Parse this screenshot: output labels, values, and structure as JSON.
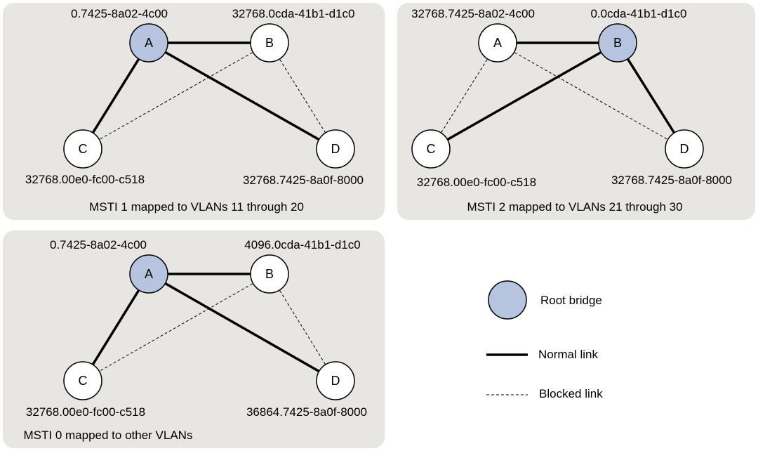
{
  "colors": {
    "panel": "#e8e6e3",
    "root": "#b7c4e0",
    "node": "#ffffff",
    "line": "#000000"
  },
  "panels": [
    {
      "caption": "MSTI 1 mapped to VLANs 11 through 20",
      "nodes": [
        {
          "letter": "A",
          "id": "0.7425-8a02-4c00",
          "root": true
        },
        {
          "letter": "B",
          "id": "32768.0cda-41b1-d1c0",
          "root": false
        },
        {
          "letter": "C",
          "id": "32768.00e0-fc00-c518",
          "root": false
        },
        {
          "letter": "D",
          "id": "32768.7425-8a0f-8000",
          "root": false
        }
      ],
      "links": [
        {
          "from": "A",
          "to": "B",
          "state": "normal"
        },
        {
          "from": "A",
          "to": "C",
          "state": "normal"
        },
        {
          "from": "A",
          "to": "D",
          "state": "normal"
        },
        {
          "from": "B",
          "to": "C",
          "state": "blocked"
        },
        {
          "from": "B",
          "to": "D",
          "state": "blocked"
        }
      ]
    },
    {
      "caption": "MSTI 2 mapped to VLANs 21 through 30",
      "nodes": [
        {
          "letter": "A",
          "id": "32768.7425-8a02-4c00",
          "root": false
        },
        {
          "letter": "B",
          "id": "0.0cda-41b1-d1c0",
          "root": true
        },
        {
          "letter": "C",
          "id": "32768.00e0-fc00-c518",
          "root": false
        },
        {
          "letter": "D",
          "id": "32768.7425-8a0f-8000",
          "root": false
        }
      ],
      "links": [
        {
          "from": "A",
          "to": "B",
          "state": "normal"
        },
        {
          "from": "B",
          "to": "C",
          "state": "normal"
        },
        {
          "from": "B",
          "to": "D",
          "state": "normal"
        },
        {
          "from": "A",
          "to": "C",
          "state": "blocked"
        },
        {
          "from": "A",
          "to": "D",
          "state": "blocked"
        }
      ]
    },
    {
      "caption": "MSTI 0 mapped to other VLANs",
      "nodes": [
        {
          "letter": "A",
          "id": "0.7425-8a02-4c00",
          "root": true
        },
        {
          "letter": "B",
          "id": "4096.0cda-41b1-d1c0",
          "root": false
        },
        {
          "letter": "C",
          "id": "32768.00e0-fc00-c518",
          "root": false
        },
        {
          "letter": "D",
          "id": "36864.7425-8a0f-8000",
          "root": false
        }
      ],
      "links": [
        {
          "from": "A",
          "to": "B",
          "state": "normal"
        },
        {
          "from": "A",
          "to": "C",
          "state": "normal"
        },
        {
          "from": "A",
          "to": "D",
          "state": "normal"
        },
        {
          "from": "B",
          "to": "C",
          "state": "blocked"
        },
        {
          "from": "B",
          "to": "D",
          "state": "blocked"
        }
      ]
    }
  ],
  "legend": {
    "root_label": "Root bridge",
    "normal_label": "Normal link",
    "blocked_label": "Blocked link"
  }
}
